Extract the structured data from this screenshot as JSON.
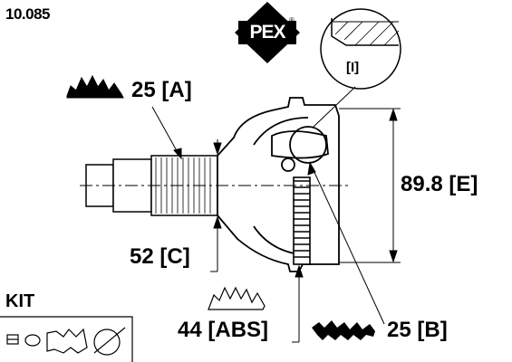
{
  "part_number": "10.085",
  "brand": {
    "name": "PEX",
    "mark": "®"
  },
  "detail_marker": "[I]",
  "dimensions": {
    "spline_a": "25 [A]",
    "diameter_e": "89.8 [E]",
    "dim_c": "52 [C]",
    "abs_ring": "44 [ABS]",
    "spline_b": "25 [B]"
  },
  "kit_label": "KIT",
  "icons": [
    "spline-a-icon",
    "abs-ring-icon",
    "spline-b-icon",
    "kit-parts-icon",
    "brand-logo"
  ],
  "colors": {
    "ink": "#000000",
    "paper": "#ffffff"
  }
}
